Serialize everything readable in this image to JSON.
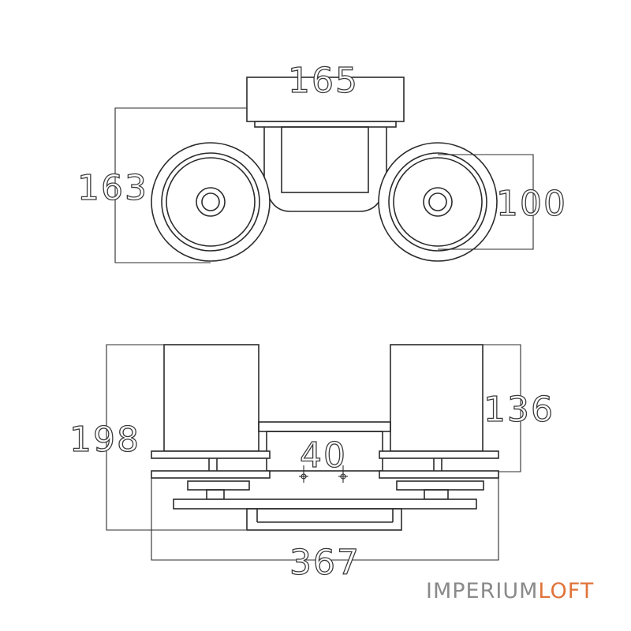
{
  "dimensions": {
    "top_width": "165",
    "top_height": "163",
    "wheel_diameter": "100",
    "front_height": "198",
    "front_side_height": "136",
    "front_gap": "40",
    "front_width": "367"
  },
  "brand": {
    "part1": "IMPERIUM",
    "part2": "LOFT",
    "colors": {
      "part1": "#8a8a8a",
      "part2": "#e0733a"
    }
  }
}
